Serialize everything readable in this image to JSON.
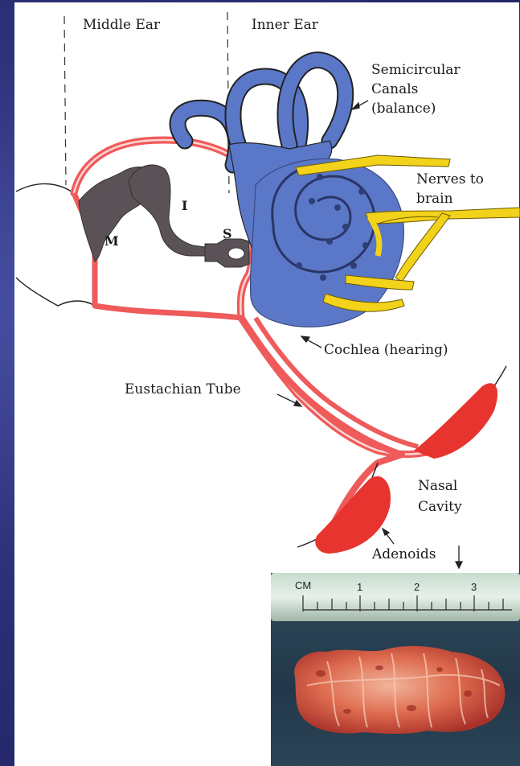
{
  "labels": {
    "middle_ear": "Middle Ear",
    "inner_ear": "Inner Ear",
    "semicircular_1": "Semicircular",
    "semicircular_2": "Canals",
    "semicircular_3": "(balance)",
    "nerves_1": "Nerves to",
    "nerves_2": "brain",
    "malleus": "M",
    "incus": "I",
    "stapes": "S",
    "cochlea": "Cochlea (hearing)",
    "eustachian": "Eustachian Tube",
    "nasal_1": "Nasal",
    "nasal_2": "Cavity",
    "adenoids": "Adenoids",
    "ruler_unit": "CM",
    "ruler_1": "1",
    "ruler_2": "2",
    "ruler_3": "3"
  },
  "colors": {
    "background": "#2c3178",
    "canal_blue": "#5b78c8",
    "nerve_yellow": "#f2d21a",
    "tube_red": "#ef5a5a",
    "ossicle_gray": "#5a5257",
    "adenoid_red": "#e8342e"
  }
}
